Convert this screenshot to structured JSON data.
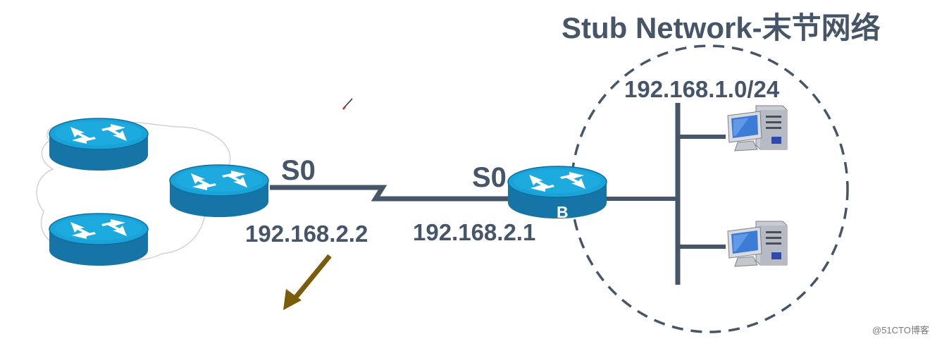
{
  "title": "Stub Network-末节网络",
  "subnet_label": "192.168.1.0/24",
  "left_interface": "S0",
  "right_interface": "S0",
  "left_ip": "192.168.2.2",
  "right_ip": "192.168.2.1",
  "router_b_label": "B",
  "watermark": "@51CTO博客",
  "colors": {
    "text": "#465568",
    "link": "#465568",
    "router_body": "#1a8fc1",
    "router_top": "#16a0d6",
    "arrow": "#7a5c0a",
    "dash_circle": "#465568"
  },
  "icons": [
    "router-icon",
    "computer-icon",
    "arrow-icon",
    "pen-cursor-icon"
  ]
}
